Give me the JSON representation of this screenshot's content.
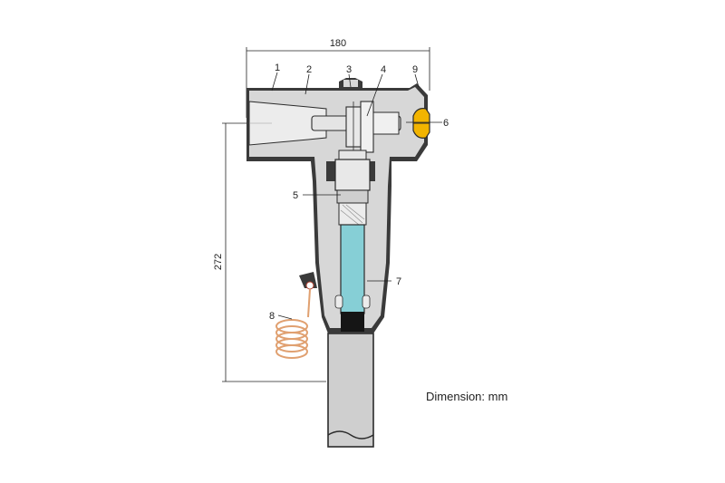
{
  "dimensions": {
    "width_label": "180",
    "height_label": "272"
  },
  "part_labels": [
    "1",
    "2",
    "3",
    "4",
    "5",
    "6",
    "7",
    "8",
    "9"
  ],
  "unit_note": "Dimension: mm",
  "colors": {
    "housing": "#d7d7d7",
    "housing_outline": "#2b2b2b",
    "dark_layer": "#3a3a3a",
    "insulation_blue": "#86cfd6",
    "cap_yellow": "#f2b400",
    "earth_wire": "#e0a070",
    "cable": "#cfcfcf"
  }
}
